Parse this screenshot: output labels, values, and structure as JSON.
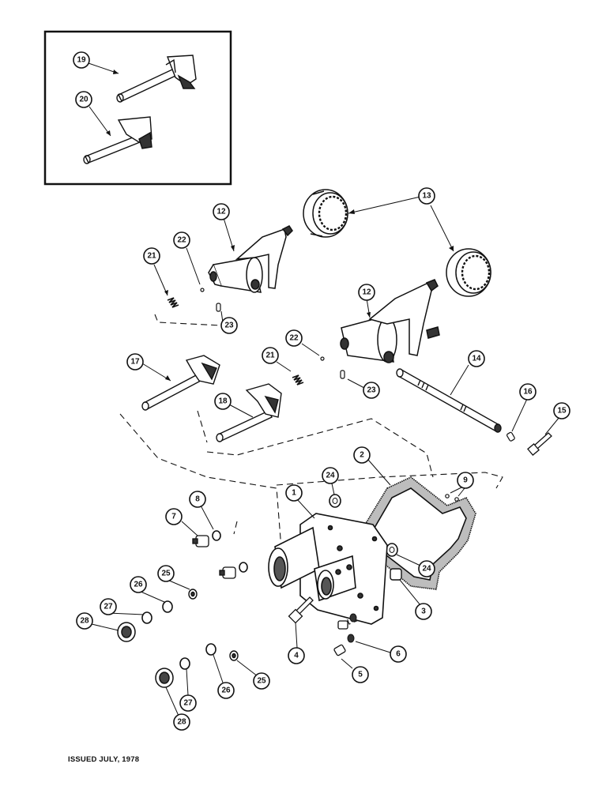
{
  "callouts": {
    "c1": "1",
    "c2": "2",
    "c3": "3",
    "c4": "4",
    "c5": "5",
    "c6": "6",
    "c7": "7",
    "c8": "8",
    "c9": "9",
    "c12a": "12",
    "c12b": "12",
    "c13": "13",
    "c14": "14",
    "c15": "15",
    "c16": "16",
    "c17": "17",
    "c18": "18",
    "c19": "19",
    "c20": "20",
    "c21a": "21",
    "c21b": "21",
    "c22a": "22",
    "c22b": "22",
    "c23a": "23",
    "c23b": "23",
    "c24a": "24",
    "c24b": "24",
    "c25a": "25",
    "c25b": "25",
    "c26a": "26",
    "c26b": "26",
    "c27a": "27",
    "c27b": "27",
    "c28a": "28",
    "c28b": "28"
  },
  "footer": {
    "issued": "ISSUED JULY, 1978"
  }
}
